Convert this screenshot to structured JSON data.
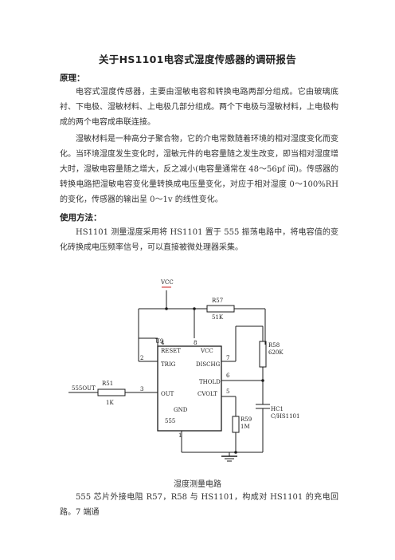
{
  "doc": {
    "title": "关于HS1101电容式湿度传感器的调研报告",
    "section_principle": "原理：",
    "p1": "电容式湿度传感器，主要由湿敏电容和转换电路两部分组成。它由玻璃底衬、下电极、湿敏材料、上电极几部分组成。两个下电极与湿敏材料，上电极构成的两个电容成串联连接。",
    "p2": "湿敏材料是一种高分子聚合物，它的介电常数随着环境的相对湿度变化而变化。当环境湿度发生变化时，湿敏元件的电容量随之发生改变，即当相对湿度增大时，湿敏电容量随之增大，反之减小(电容量通常在 48～56pf 间)。传感器的转换电路把湿敏电容变化量转换成电压量变化，对应于相对湿度 0～100%RH 的变化，传感器的输出呈 0～1v 的线性变化。",
    "section_method": "使用方法：",
    "p3": "HS1101 测量湿度采用将 HS1101 置于 555 振荡电路中，将电容值的变化砖换成电压频率信号，可以直接被微处理器采集。",
    "caption": "湿度测量电路",
    "p4": "555 芯片外接电阻 R57，R58 与 HS1101，构成对 HS1101 的充电回路。7 端通"
  },
  "circuit": {
    "vcc": "VCC",
    "r57": "R57",
    "r57_val": "51K",
    "r58": "R58",
    "r58_val": "620K",
    "r59": "R59",
    "r59_val": "1M",
    "r51": "R51",
    "r51_val": "1K",
    "hc1": "HC1",
    "hc1_val": "C/HS1101",
    "out": "555OUT",
    "chip": "U9",
    "chip_name": "555",
    "pin_reset": "RESET",
    "pin_vcc": "VCC",
    "pin_trig": "TRIG",
    "pin_dischg": "DISCHG",
    "pin_thold": "THOLD",
    "pin_out": "OUT",
    "pin_cvolt": "CVOLT",
    "pin_gnd": "GND",
    "n4": "4",
    "n8": "8",
    "n2": "2",
    "n7": "7",
    "n6": "6",
    "n3": "3",
    "n5": "5",
    "n1": "1"
  }
}
